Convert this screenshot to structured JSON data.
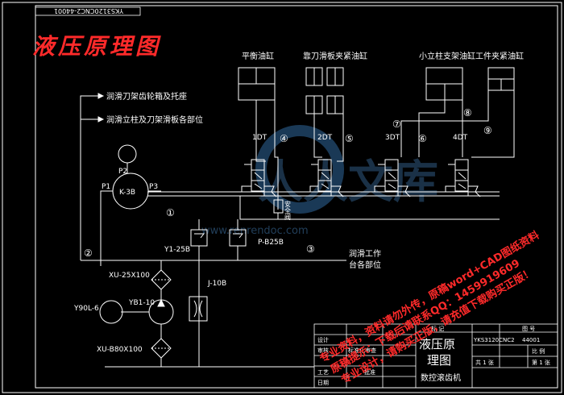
{
  "drawing": {
    "number_mirrored": "YKS3120CNC2-44001",
    "title_red": "液压原理图",
    "watermark_text": "人人文库",
    "watermark_url": "www.renrendoc.com"
  },
  "cylinders": {
    "balance": "平衡油缸",
    "tool_slide": "靠刀滑板夹紧油缸",
    "column_work": "小立柱支架油缸工件夹紧油缸"
  },
  "lubrication": {
    "line1": "润滑刀架齿轮箱及托座",
    "line2": "润滑立柱及刀架滑板各部位",
    "workbench": "润滑工作",
    "workbench2": "台各部位"
  },
  "valves": {
    "v1": "1DT",
    "v2": "2DT",
    "v3": "3DT",
    "v4": "4DT",
    "pressure_relay_1": "安",
    "pressure_relay_2": "全",
    "pressure_relay_3": "阀"
  },
  "components": {
    "p2": "P2",
    "p1": "P1",
    "p3": "P3",
    "motor_pump": "K-3B",
    "relief1": "Y1-25B",
    "relief2": "P-B25B",
    "throttle": "J-10B",
    "filter1": "XU-25X100",
    "pump_model": "YB1-10",
    "motor": "Y90L-6",
    "filter2": "XU-B80X100"
  },
  "circuit_numbers": [
    "①",
    "②",
    "③",
    "④",
    "⑤",
    "⑥",
    "⑦",
    "⑧",
    "⑨"
  ],
  "title_block": {
    "name_line1": "液压原",
    "name_line2": "理图",
    "machine": "数控滚齿机",
    "col_mark": "标 记",
    "col_code": "图 号",
    "drawing_no": "YKS3120CNC2",
    "drawing_no2": "44001",
    "ratio": "比 例",
    "sheet": "共 1 张",
    "sheet2": "第 1 张",
    "designer": "设计",
    "checker": "审核",
    "std": "标准化审查",
    "process": "工艺",
    "approve": "批准",
    "date_label": "日期"
  },
  "overlay_notes": {
    "line1": "专业资料，资料请勿外传，原稿word+CAD图纸资料",
    "line2": "原稿提示：下载后请联系QQ：1459919609",
    "line3": "专业设计，请购买正版，请充值下载购买正版！"
  }
}
